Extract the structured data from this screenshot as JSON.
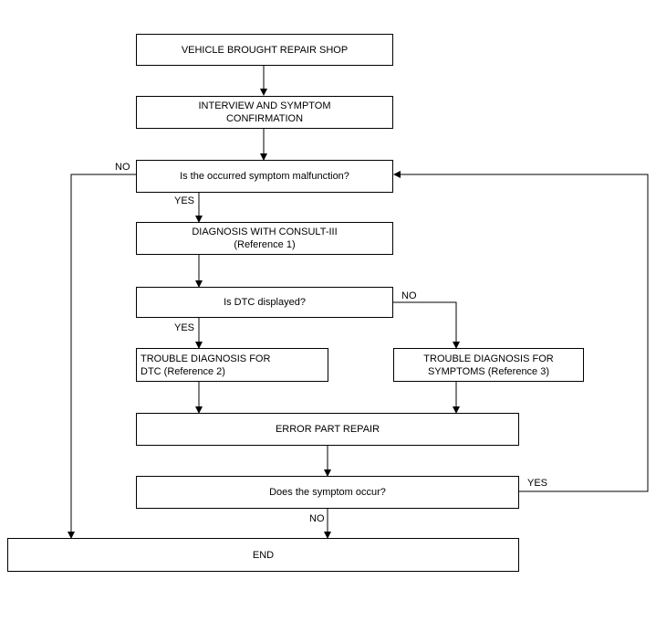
{
  "boxes": {
    "vehicle_brought": "VEHICLE BROUGHT REPAIR SHOP",
    "interview": "INTERVIEW AND SYMPTOM\nCONFIRMATION",
    "symptom_malfunction": "Is the occurred symptom malfunction?",
    "diagnosis_consult": "DIAGNOSIS WITH CONSULT-III\n(Reference 1)",
    "dtc_displayed": "Is DTC displayed?",
    "trouble_dtc": "TROUBLE DIAGNOSIS FOR\nDTC (Reference 2)",
    "trouble_symptoms": "TROUBLE DIAGNOSIS FOR\nSYMPTOMS (Reference 3)",
    "error_repair": "ERROR PART REPAIR",
    "symptom_occur": "Does the symptom occur?",
    "end": "END"
  },
  "labels": {
    "no_malfunction": "NO",
    "yes_malfunction": "YES",
    "no_dtc": "NO",
    "yes_dtc": "YES",
    "yes_occur": "YES",
    "no_occur": "NO"
  }
}
